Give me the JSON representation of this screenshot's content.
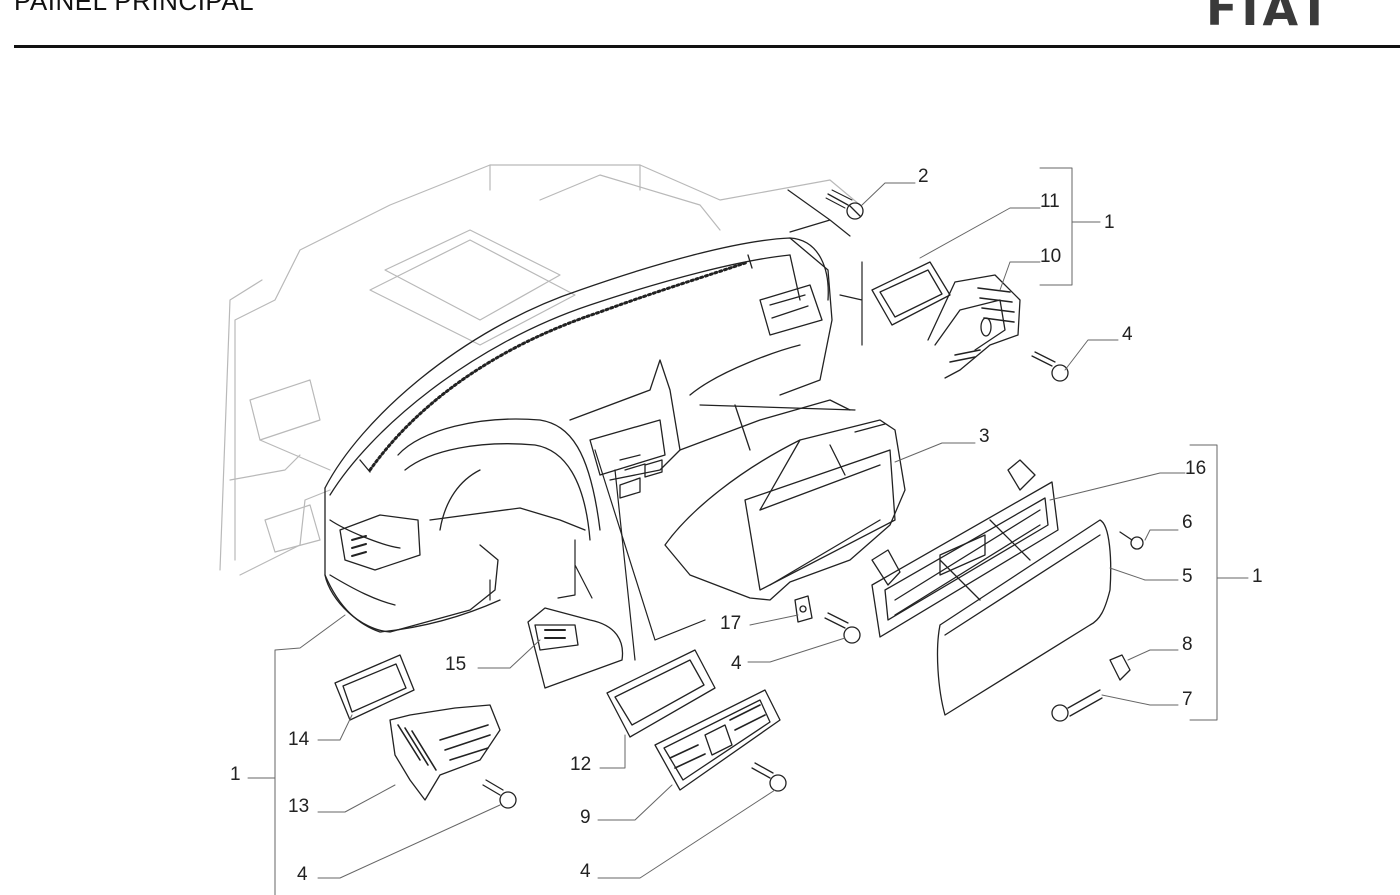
{
  "header": {
    "title": "PAINEL PRINCIPAL",
    "brand": "FIAT"
  },
  "callouts": [
    {
      "id": "c2",
      "label": "2"
    },
    {
      "id": "c11",
      "label": "11"
    },
    {
      "id": "c1a",
      "label": "1"
    },
    {
      "id": "c10",
      "label": "10"
    },
    {
      "id": "c4a",
      "label": "4"
    },
    {
      "id": "c3",
      "label": "3"
    },
    {
      "id": "c16",
      "label": "16"
    },
    {
      "id": "c6",
      "label": "6"
    },
    {
      "id": "c5",
      "label": "5"
    },
    {
      "id": "c1b",
      "label": "1"
    },
    {
      "id": "c8",
      "label": "8"
    },
    {
      "id": "c7",
      "label": "7"
    },
    {
      "id": "c17",
      "label": "17"
    },
    {
      "id": "c4b",
      "label": "4"
    },
    {
      "id": "c15",
      "label": "15"
    },
    {
      "id": "c14",
      "label": "14"
    },
    {
      "id": "c12",
      "label": "12"
    },
    {
      "id": "c1c",
      "label": "1"
    },
    {
      "id": "c13",
      "label": "13"
    },
    {
      "id": "c9",
      "label": "9"
    },
    {
      "id": "c4c",
      "label": "4"
    },
    {
      "id": "c4d",
      "label": "4"
    }
  ],
  "colors": {
    "line": "#222222",
    "ghost": "#b9b9b9"
  }
}
